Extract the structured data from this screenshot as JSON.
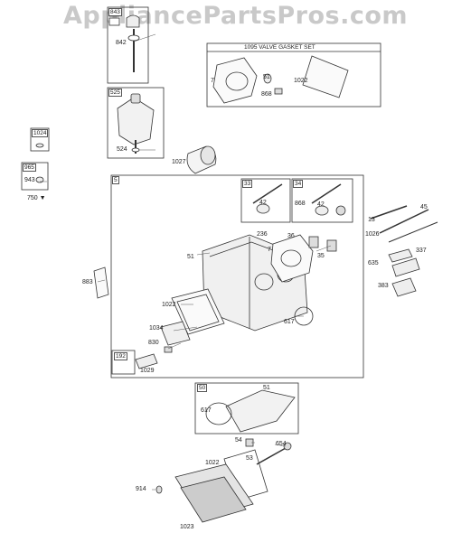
{
  "watermark": "AppliancePartsPros.com",
  "kit_title": "1095 VALVE GASKET SET",
  "parts": {
    "p843": "843",
    "p842": "842",
    "p525": "525",
    "p524": "524",
    "p1024": "1024",
    "p965": "965",
    "p943": "943",
    "p750": "750",
    "p1027": "1027",
    "p7a": "7",
    "p51a": "51",
    "p868a": "868",
    "p1022a": "1022",
    "p5": "5",
    "p33": "33",
    "p34": "34",
    "p42a": "42",
    "p42b": "42",
    "p868b": "868",
    "p13": "13",
    "p45": "45",
    "p1026": "1026",
    "p337": "337",
    "p635": "635",
    "p383": "383",
    "p236": "236",
    "p36": "36",
    "p7b": "7",
    "p35": "35",
    "p51b": "51",
    "p883": "883",
    "p1022b": "1022",
    "p1034": "1034",
    "p830": "830",
    "p192": "192",
    "p1029": "1029",
    "p617a": "617",
    "p50": "50",
    "p51c": "51",
    "p617b": "617",
    "p54": "54",
    "p654": "654",
    "p53": "53",
    "p1022c": "1022",
    "p914": "914",
    "p1023": "1023"
  }
}
